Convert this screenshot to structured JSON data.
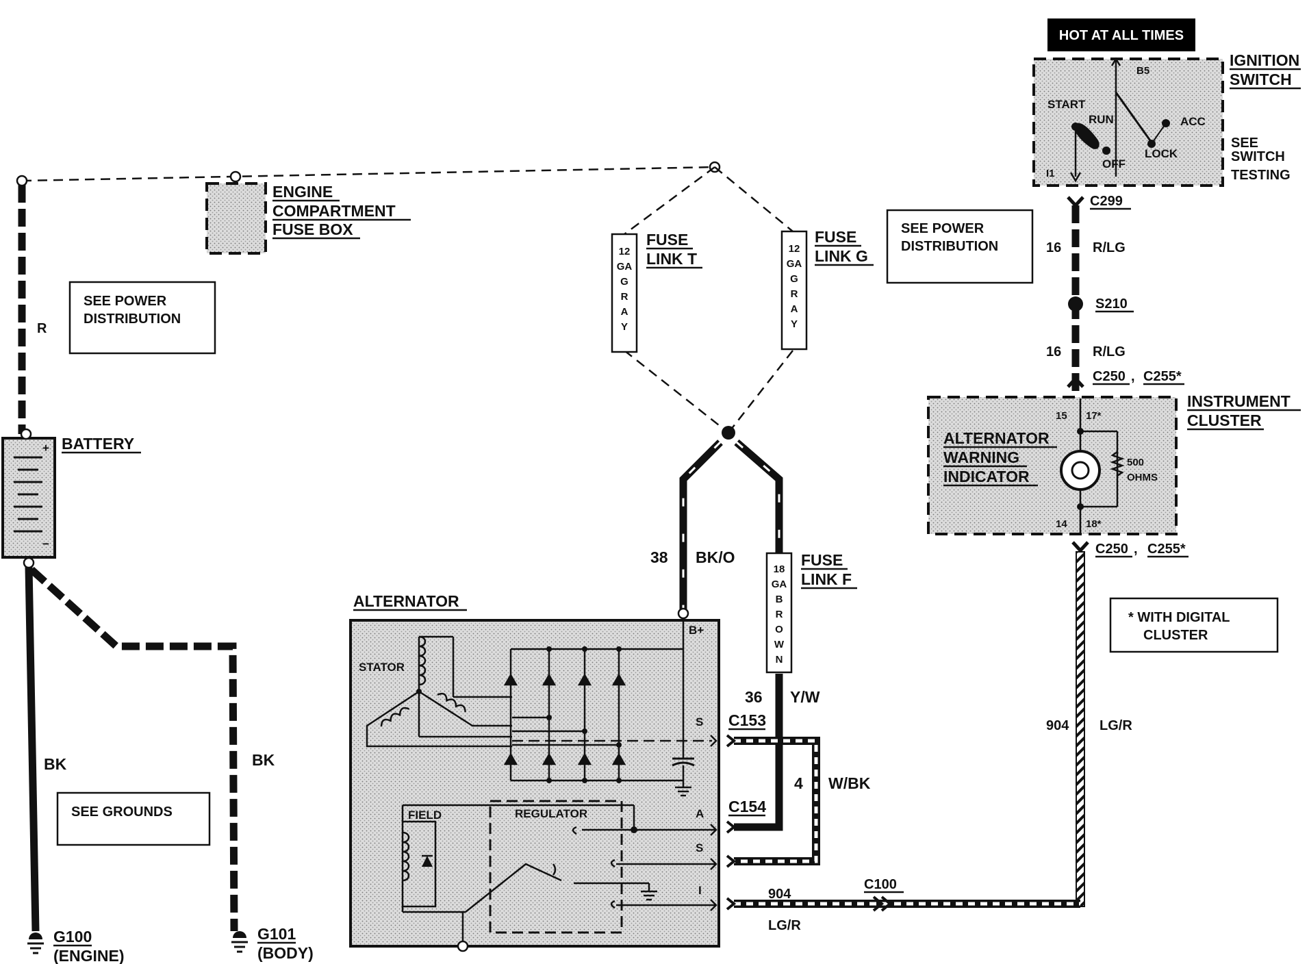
{
  "header_box": "HOT AT ALL TIMES",
  "ignition_switch": {
    "title_line1": "IGNITION",
    "title_line2": "SWITCH",
    "note_line1": "SEE",
    "note_line2": "SWITCH",
    "note_line3": "TESTING",
    "pin_top": "B5",
    "pin_bottom": "I1",
    "positions": [
      "START",
      "RUN",
      "ACC",
      "OFF",
      "LOCK"
    ]
  },
  "engine_fuse_box": {
    "line1": "ENGINE",
    "line2": "COMPARTMENT",
    "line3": "FUSE BOX"
  },
  "see_power_left": {
    "line1": "SEE POWER",
    "line2": "DISTRIBUTION"
  },
  "see_power_right": {
    "line1": "SEE POWER",
    "line2": "DISTRIBUTION"
  },
  "see_grounds": "SEE GROUNDS",
  "digital_note": {
    "line1": "*  WITH DIGITAL",
    "line2": "CLUSTER"
  },
  "battery": {
    "label": "BATTERY",
    "plus": "+",
    "minus": "−"
  },
  "fuse_link_t": {
    "title1": "FUSE",
    "title2": "LINK T",
    "body": [
      "12",
      "GA",
      "G",
      "R",
      "A",
      "Y"
    ]
  },
  "fuse_link_g": {
    "title1": "FUSE",
    "title2": "LINK G",
    "body": [
      "12",
      "GA",
      "G",
      "R",
      "A",
      "Y"
    ]
  },
  "fuse_link_f": {
    "title1": "FUSE",
    "title2": "LINK F",
    "body": [
      "18",
      "GA",
      "B",
      "R",
      "O",
      "W",
      "N"
    ]
  },
  "wires": {
    "r": "R",
    "bk_left": "BK",
    "bk_right": "BK",
    "c38": "38",
    "bko": "BK/O",
    "c36": "36",
    "yw": "Y/W",
    "c4": "4",
    "wbk": "W/BK",
    "c904a": "904",
    "lgr_a": "LG/R",
    "c904b": "904",
    "lgr_b": "LG/R",
    "c16a": "16",
    "rlg_a": "R/LG",
    "c16b": "16",
    "rlg_b": "R/LG"
  },
  "connectors": {
    "c299": "C299",
    "s210": "S210",
    "c250_top": "C250",
    "c255_top": "C255*",
    "c250_bot": "C250",
    "c255_bot": "C255*",
    "c153": "C153",
    "c154": "C154",
    "c100": "C100",
    "comma": ","
  },
  "instrument_cluster": {
    "title1": "INSTRUMENT",
    "title2": "CLUSTER",
    "indicator1": "ALTERNATOR",
    "indicator2": "WARNING",
    "indicator3": "INDICATOR",
    "pin15": "15",
    "pin17": "17*",
    "pin14": "14",
    "pin18": "18*",
    "res1": "500",
    "res2": "OHMS"
  },
  "alternator": {
    "title": "ALTERNATOR",
    "stator": "STATOR",
    "field": "FIELD",
    "regulator": "REGULATOR",
    "bplus": "B+",
    "s1": "S",
    "a": "A",
    "s2": "S",
    "i": "I"
  },
  "grounds": {
    "g100": "G100",
    "g100_sub": "(ENGINE)",
    "g101": "G101",
    "g101_sub": "(BODY)"
  }
}
